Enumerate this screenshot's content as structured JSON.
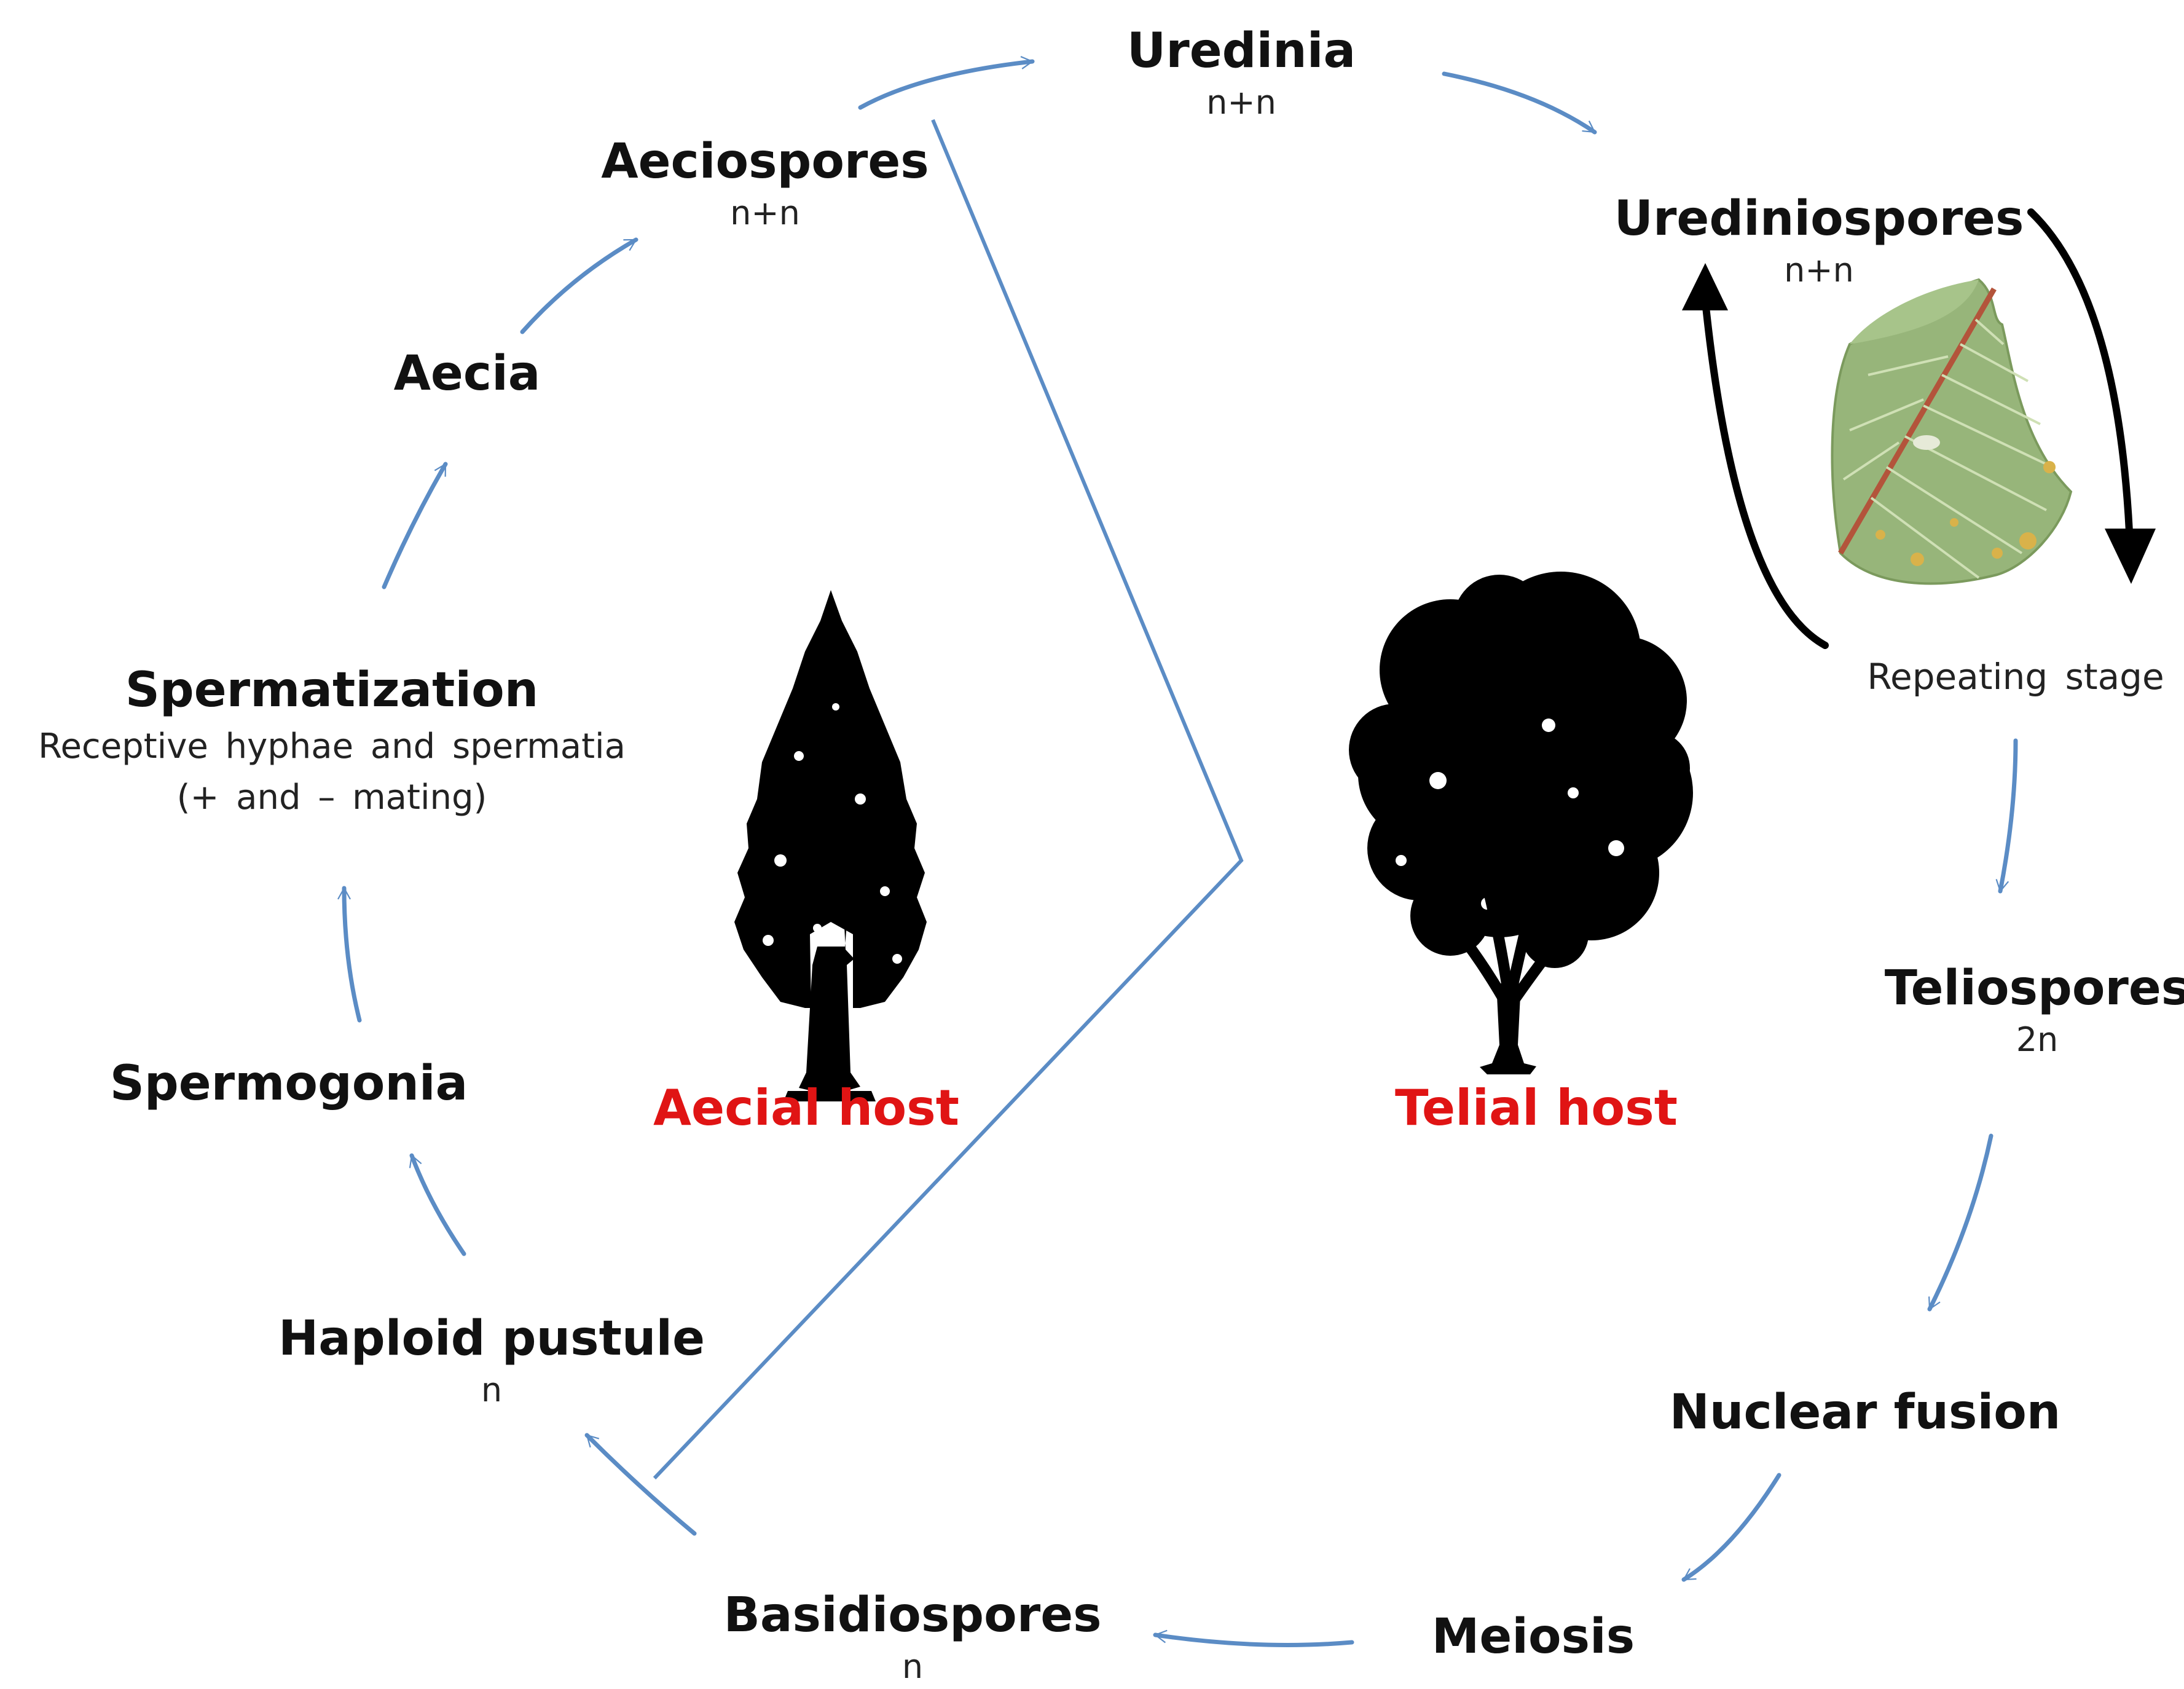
{
  "colors": {
    "arrow": "#5b8cc5",
    "text": "#111111",
    "host_label": "#e01414",
    "silhouette": "#000000",
    "leaf_green": "#97b57a",
    "leaf_vein": "#b3543b"
  },
  "stages": {
    "uredinia": {
      "name": "Uredinia",
      "ploidy": "n+n"
    },
    "urediniospores": {
      "name": "Urediniospores",
      "ploidy": "n+n"
    },
    "teliospores": {
      "name": "Teliospores",
      "ploidy": "2n"
    },
    "nuclear_fusion": {
      "name": "Nuclear fusion"
    },
    "meiosis": {
      "name": "Meiosis"
    },
    "basidiospores": {
      "name": "Basidiospores",
      "ploidy": "n"
    },
    "haploid_pustule": {
      "name": "Haploid pustule",
      "ploidy": "n"
    },
    "spermogonia": {
      "name": "Spermogonia"
    },
    "spermatization": {
      "name": "Spermatization",
      "detail_1": "Receptive hyphae  and spermatia",
      "detail_2": "(+ and – mating)"
    },
    "aecia": {
      "name": "Aecia"
    },
    "aeciospores": {
      "name": "Aeciospores",
      "ploidy": "n+n"
    }
  },
  "hosts": {
    "aecial": {
      "label": "Aecial host",
      "icon": "conifer-tree-silhouette"
    },
    "telial": {
      "label": "Telial host",
      "icon": "broadleaf-tree-silhouette"
    }
  },
  "repeating_stage": {
    "label": "Repeating stage",
    "icon": "infected-leaf"
  }
}
